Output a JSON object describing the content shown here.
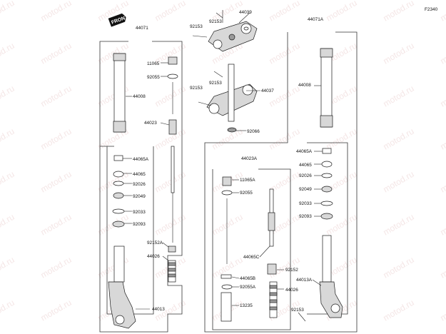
{
  "diagram": {
    "code": "F2340",
    "front_tag": "FRONT",
    "watermark": "motod.ru",
    "labels": {
      "p44039": "44039",
      "p92153_a": "92153",
      "p92153_b": "92153",
      "p92153_c": "92153",
      "p92153_d": "92153",
      "p92153_e": "92153",
      "p44037": "44037",
      "p92066": "92066",
      "p44071": "44071",
      "p44071a": "44071A",
      "p11065": "11065",
      "p92055": "92055",
      "p44008_l": "44008",
      "p44008_r": "44008",
      "p44023": "44023",
      "p44065a_l": "44065A",
      "p44065_l": "44065",
      "p92026_l": "92026",
      "p92049_l": "92049",
      "p92033_l": "92033",
      "p92093_l": "92093",
      "p92152a": "92152A",
      "p44026_l": "44026",
      "p44013": "44013",
      "p44023a": "44023A",
      "p11065a": "11065A",
      "p92055_c": "92055",
      "p44065c": "44065C",
      "p92152": "92152",
      "p44065b": "44065B",
      "p92055a": "92055A",
      "p13235": "13235",
      "p44026_r": "44026",
      "p44013a": "44013A",
      "p44065a_r": "44065A",
      "p44065_r": "44065",
      "p92026_r": "92026",
      "p92049_r": "92049",
      "p92033_r": "92033",
      "p92093_r": "92093"
    }
  }
}
